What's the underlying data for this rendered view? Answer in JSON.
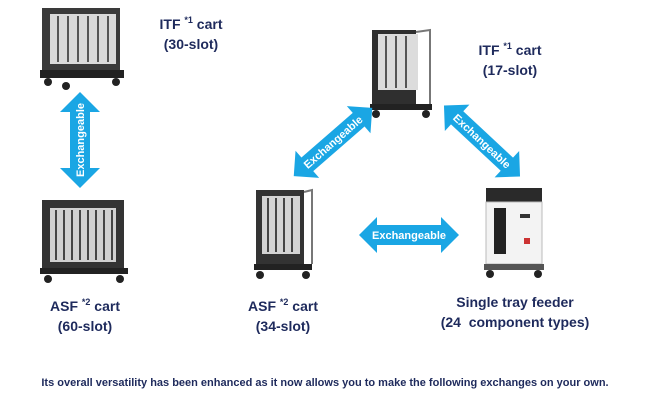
{
  "carts": {
    "itf30": {
      "name": "ITF",
      "note": "*1",
      "suffix": "cart",
      "detail": "(30-slot)"
    },
    "itf17": {
      "name": "ITF",
      "note": "*1",
      "suffix": "cart",
      "detail": "(17-slot)"
    },
    "asf60": {
      "name": "ASF",
      "note": "*2",
      "suffix": "cart",
      "detail": "(60-slot)"
    },
    "asf34": {
      "name": "ASF",
      "note": "*2",
      "suffix": "cart",
      "detail": "(34-slot)"
    },
    "tray": {
      "name": "Single tray feeder",
      "detail": "(24  component types)"
    }
  },
  "arrow_label": "Exchangeable",
  "colors": {
    "arrow": "#1aa6e4",
    "text": "#1e2a5c"
  },
  "footer": "Its overall versatility has been enhanced as it now allows you to make the following exchanges on your own."
}
